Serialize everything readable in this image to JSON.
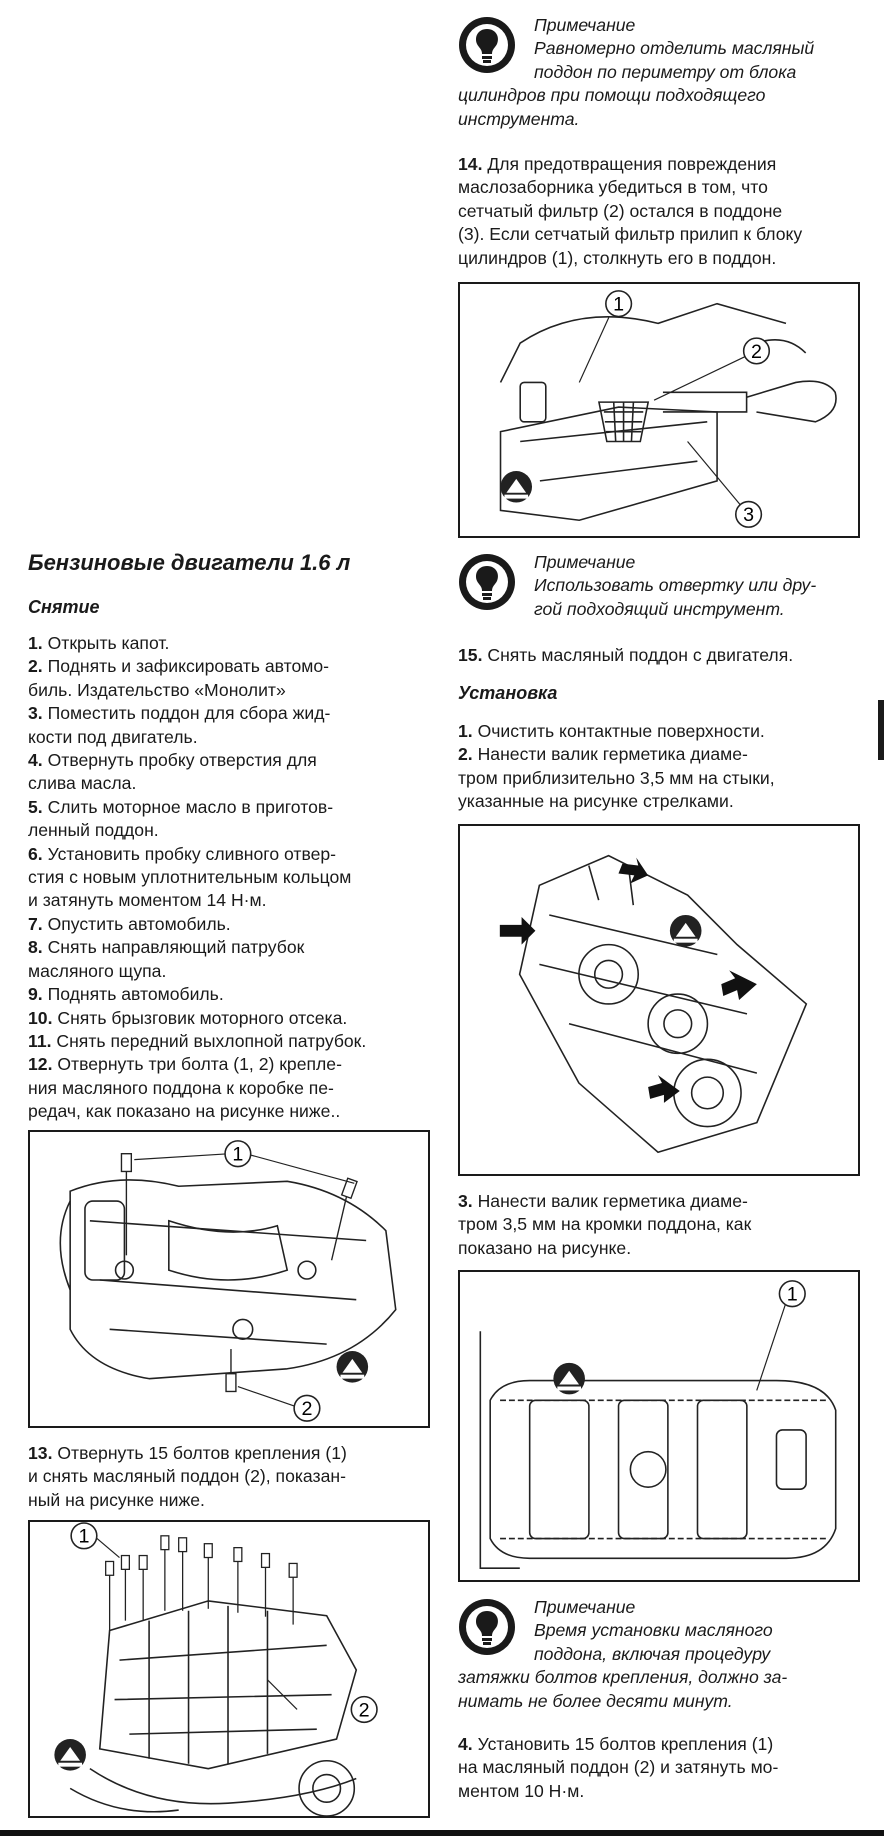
{
  "left": {
    "heading": "Бензиновые двигатели 1.6 л",
    "subheading": "Снятие",
    "steps": [
      {
        "n": "1.",
        "text": "Открыть капот."
      },
      {
        "n": "2.",
        "text": "Поднять и зафиксировать автомо-"
      },
      {
        "n": "",
        "text": "биль. Издательство «Монолит»"
      },
      {
        "n": "3.",
        "text": "Поместить поддон для сбора жид-"
      },
      {
        "n": "",
        "text": "кости под двигатель."
      },
      {
        "n": "4.",
        "text": "Отвернуть пробку отверстия для"
      },
      {
        "n": "",
        "text": "слива масла."
      },
      {
        "n": "5.",
        "text": "Слить моторное масло в приготов-"
      },
      {
        "n": "",
        "text": "ленный поддон."
      },
      {
        "n": "6.",
        "text": "Установить пробку сливного отвер-"
      },
      {
        "n": "",
        "text": "стия с новым уплотнительным кольцом"
      },
      {
        "n": "",
        "text": "и затянуть моментом 14 Н·м."
      },
      {
        "n": "7.",
        "text": "Опустить автомобиль."
      },
      {
        "n": "8.",
        "text": "Снять направляющий патрубок"
      },
      {
        "n": "",
        "text": "масляного щупа."
      },
      {
        "n": "9.",
        "text": "Поднять автомобиль."
      },
      {
        "n": "10.",
        "text": "Снять брызговик моторного отсека."
      },
      {
        "n": "11.",
        "text": "Снять передний выхлопной патрубок."
      },
      {
        "n": "12.",
        "text": "Отвернуть три болта (1, 2) крепле-"
      },
      {
        "n": "",
        "text": "ния масляного поддона к коробке пе-"
      },
      {
        "n": "",
        "text": "редач, как показано на рисунке ниже.."
      }
    ],
    "step13": [
      {
        "n": "13.",
        "text": "Отвернуть 15 болтов крепления (1)"
      },
      {
        "n": "",
        "text": "и снять масляный поддон (2), показан-"
      },
      {
        "n": "",
        "text": "ный на рисунке ниже."
      }
    ],
    "fig1_callouts": [
      "1",
      "2"
    ],
    "fig2_callouts": [
      "1",
      "2"
    ]
  },
  "right": {
    "note1": {
      "title": "Примечание",
      "lines": [
        "Равномерно отделить масляный",
        "поддон по периметру от блока",
        "цилиндров при помощи подходящего",
        "инструмента."
      ]
    },
    "step14": [
      {
        "n": "14.",
        "text": "Для предотвращения повреждения"
      },
      {
        "n": "",
        "text": "маслозаборника убедиться в том, что"
      },
      {
        "n": "",
        "text": "сетчатый фильтр (2) остался в поддоне"
      },
      {
        "n": "",
        "text": "(3). Если сетчатый фильтр прилип к блоку"
      },
      {
        "n": "",
        "text": "цилиндров (1), столкнуть его в поддон."
      }
    ],
    "fig3_callouts": [
      "1",
      "2",
      "3"
    ],
    "note2": {
      "title": "Примечание",
      "lines": [
        "Использовать отвертку или дру-",
        "гой подходящий инструмент."
      ]
    },
    "step15": {
      "n": "15.",
      "text": "Снять масляный поддон с двигателя."
    },
    "install_heading": "Установка",
    "install_steps": [
      {
        "n": "1.",
        "text": "Очистить контактные поверхности."
      },
      {
        "n": "2.",
        "text": "Нанести валик герметика диаме-"
      },
      {
        "n": "",
        "text": "тром приблизительно 3,5 мм на стыки,"
      },
      {
        "n": "",
        "text": "указанные на рисунке стрелками."
      }
    ],
    "install_step3": [
      {
        "n": "3.",
        "text": "Нанести валик герметика диаме-"
      },
      {
        "n": "",
        "text": "тром 3,5 мм на кромки поддона, как"
      },
      {
        "n": "",
        "text": "показано на рисунке."
      }
    ],
    "fig5_callouts": [
      "1"
    ],
    "note3": {
      "title": "Примечание",
      "lines": [
        "Время установки масляного",
        "поддона, включая процедуру",
        "затяжки болтов крепления, должно за-",
        "нимать не более десяти минут."
      ]
    },
    "install_step4": [
      {
        "n": "4.",
        "text": "Установить 15 болтов крепления (1)"
      },
      {
        "n": "",
        "text": "на масляный поддон (2) и затянуть мо-"
      },
      {
        "n": "",
        "text": "ментом 10 Н·м."
      }
    ]
  }
}
